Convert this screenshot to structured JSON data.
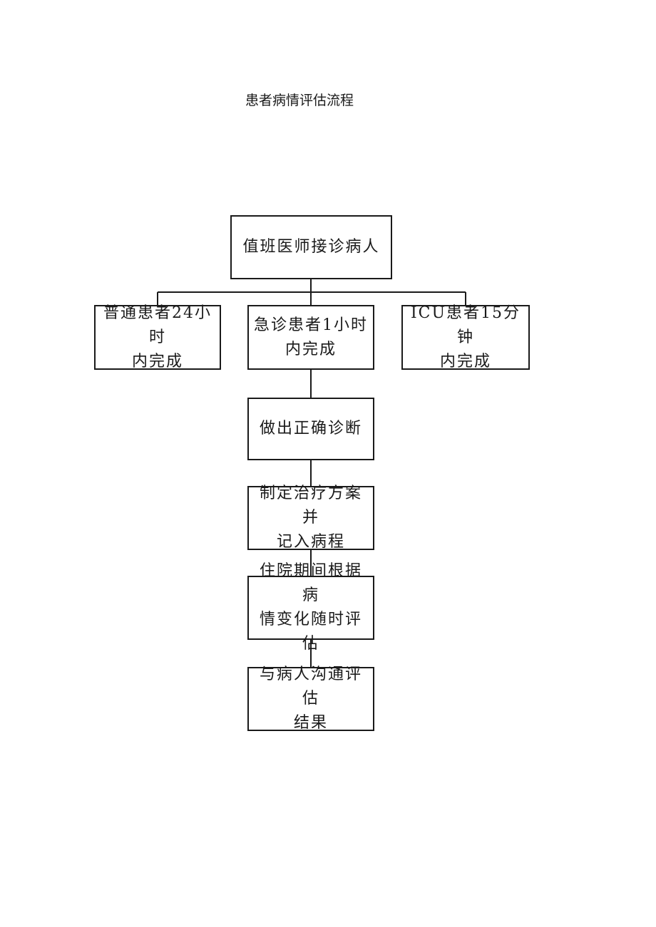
{
  "title": "患者病情评估流程",
  "nodes": {
    "start": {
      "line1": "值班医师接诊病人"
    },
    "normal": {
      "line1": "普通患者24小时",
      "line2": "内完成"
    },
    "emergency": {
      "line1": "急诊患者1小时",
      "line2": "内完成"
    },
    "icu": {
      "line1": "ICU患者15分钟",
      "line2": "内完成"
    },
    "diagnosis": {
      "line1": "做出正确诊断"
    },
    "plan": {
      "line1": "制定治疗方案并",
      "line2": "记入病程"
    },
    "hospital": {
      "line1": "住院期间根据病",
      "line2": "情变化随时评估"
    },
    "communicate": {
      "line1": "与病人沟通评估",
      "line2": "结果"
    }
  }
}
